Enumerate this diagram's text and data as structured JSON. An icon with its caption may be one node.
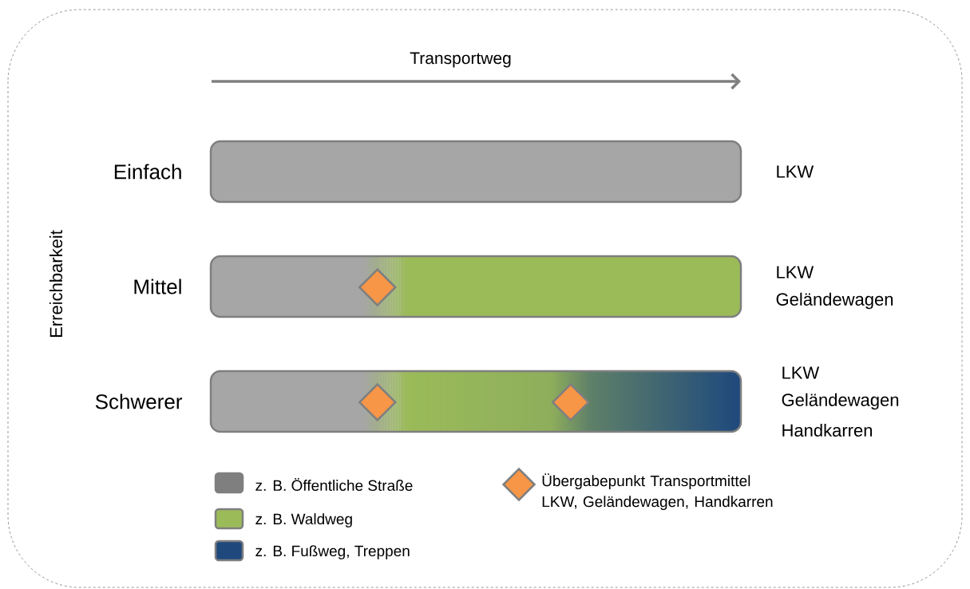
{
  "diagram": {
    "nodes": [
      {
        "text": [],
        "shape": "bar",
        "beside": [
          "Einfach",
          "LKW"
        ]
      },
      {
        "text": [],
        "shape": "bar",
        "beside": [
          "Mittel",
          "LKW",
          "Geländewagen"
        ]
      },
      {
        "text": [],
        "shape": "diamond",
        "in": 1
      },
      {
        "text": [],
        "shape": "bar",
        "beside": [
          "Schwerer",
          "LKW",
          "Geländewagen",
          "Handkarren"
        ]
      },
      {
        "text": [],
        "shape": "diamond",
        "in": 3
      },
      {
        "text": [],
        "shape": "diamond",
        "in": 3
      }
    ],
    "labels": [
      "Transportweg",
      "Erreichbarkeit"
    ],
    "legend": [
      {
        "text": "z. B. Öffentliche Straße",
        "color": "#7f7f7f"
      },
      {
        "text": "z. B. Waldweg",
        "color": "#9bbb59"
      },
      {
        "text": "z. B. Fußweg, Treppen",
        "color": "#1f497d"
      },
      {
        "text": "Übergabepunkt Transportmittel LKW, Geländewagen, Handkarren"
      }
    ]
  }
}
